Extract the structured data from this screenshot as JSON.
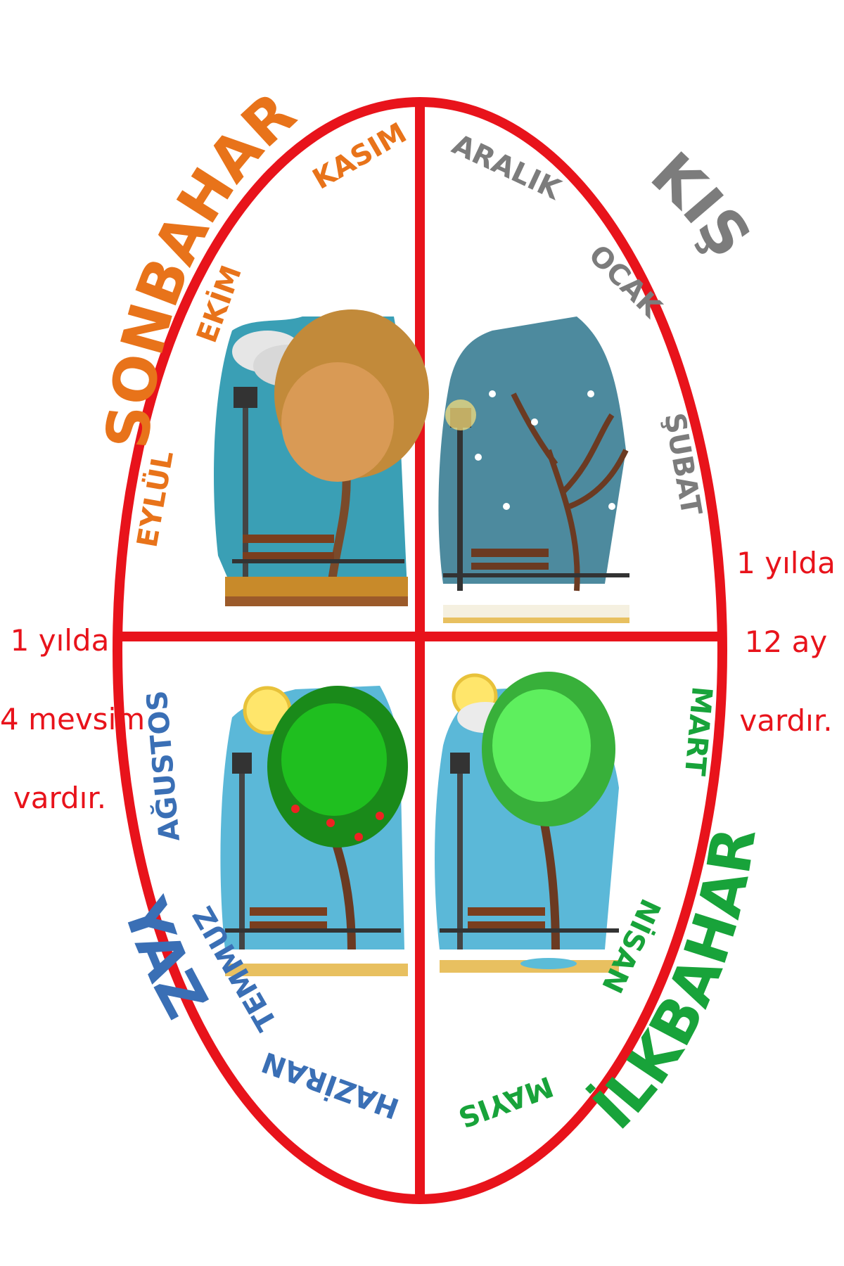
{
  "colors": {
    "ring": "#e8131b",
    "autumn": "#e8731a",
    "winter": "#7c7c7c",
    "spring": "#18a33a",
    "summer": "#3a6fb5",
    "note": "#e8131b",
    "sky_autumn": "#3a9fb5",
    "sky_winter": "#4d8a9e",
    "sky_summer": "#5bb8d8",
    "sky_spring": "#5bb8d8"
  },
  "seasons": {
    "autumn": {
      "name": "SONBAHAR",
      "months": [
        "EYLÜL",
        "EKİM",
        "KASIM"
      ]
    },
    "winter": {
      "name": "KIŞ",
      "months": [
        "ARALIK",
        "OCAK",
        "ŞUBAT"
      ]
    },
    "spring": {
      "name": "İLKBAHAR",
      "months": [
        "MART",
        "NİSAN",
        "MAYIS"
      ]
    },
    "summer": {
      "name": "YAZ",
      "months": [
        "HAZİRAN",
        "TEMMUZ",
        "AĞUSTOS"
      ]
    }
  },
  "notes": {
    "left": [
      "1 yılda",
      "4 mevsim",
      "vardır."
    ],
    "right": [
      "1 yılda",
      "12 ay",
      "vardır."
    ]
  },
  "icons": {
    "autumn": "autumn-park-icon",
    "winter": "winter-park-icon",
    "spring": "spring-park-icon",
    "summer": "summer-park-icon"
  }
}
